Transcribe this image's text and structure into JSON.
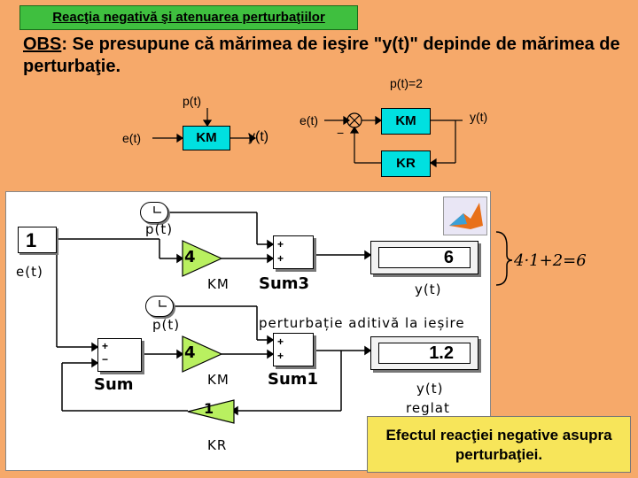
{
  "title": "Reacţia negativă şi atenuarea perturbaţiilor",
  "obs": {
    "label": "OBS",
    "text": ": Se presupune că mărimea de ieşire \"y(t)\" depinde de mărimea de perturbaţie."
  },
  "top_diagram": {
    "p_t": "p(t)",
    "e_t": "e(t)",
    "km_block": "KM",
    "y_t": "y(t)"
  },
  "right_diagram": {
    "p_eq": "p(t)=2",
    "e_t": "e(t)",
    "minus": "−",
    "km_block": "KM",
    "y_t": "y(t)",
    "kr_block": "KR"
  },
  "simulink": {
    "const_value": "1",
    "e_t_label": "e(t)",
    "p_t_top": "p(t)",
    "gain_top": "4",
    "km_top": "KM",
    "sum3_label": "Sum3",
    "plus1": "+",
    "plus2": "+",
    "display_top": "6",
    "y_t_top": "y(t)",
    "p_t_mid": "p(t)",
    "pert_label": "perturbație aditivă la ieșire",
    "sum_plus": "+",
    "sum_minus": "−",
    "sum_label": "Sum",
    "gain_mid": "4",
    "km_mid": "KM",
    "sum1_plus1": "+",
    "sum1_plus2": "+",
    "sum1_label": "Sum1",
    "display_mid": "1.2",
    "y_t_mid": "y(t)",
    "reglat": "reglat",
    "gain_fb": "1",
    "kr_label": "KR"
  },
  "equation": "4·1+2=6",
  "note": "Efectul reacţiei negative asupra perturbaţiei.",
  "colors": {
    "background": "#f6a96a",
    "title_bg": "#3fbf3f",
    "block_cyan": "#00e0e0",
    "gain_fill": "#b9f060",
    "note_bg": "#f7e55a"
  }
}
